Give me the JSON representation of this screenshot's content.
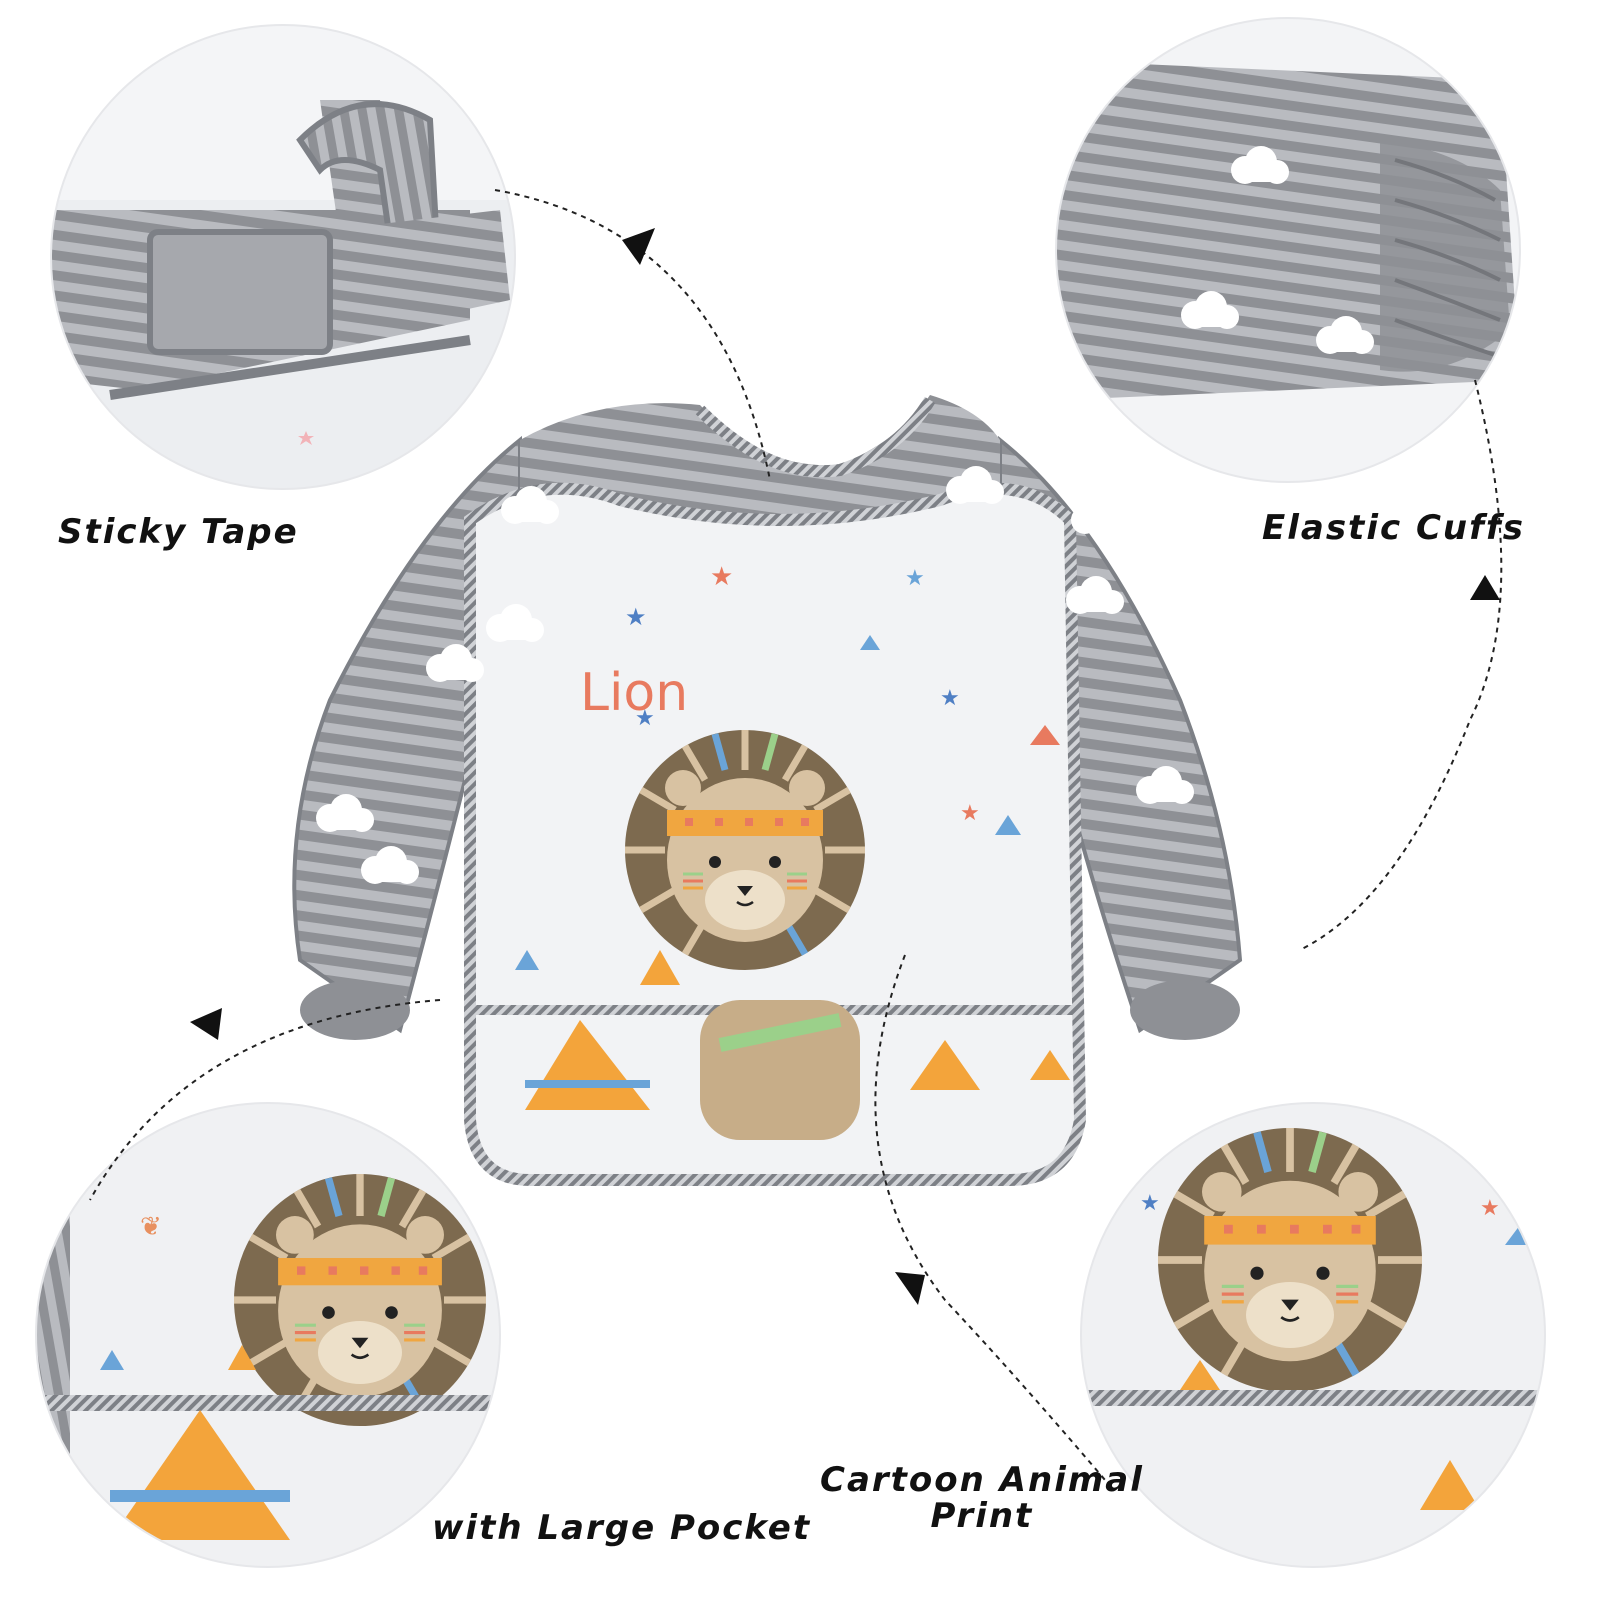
{
  "callouts": {
    "sticky_tape": "Sticky Tape",
    "elastic_cuffs": "Elastic Cuffs",
    "large_pocket": "with Large Pocket",
    "cartoon_line1": "Cartoon Animal",
    "cartoon_line2": "Print"
  },
  "bib_print_text": "Lion",
  "colors": {
    "stripe_gray": "#8e9095",
    "stripe_light": "#b9bbc0",
    "body_white": "#f2f3f5",
    "mane_brown": "#7d6a4f",
    "face_tan": "#d8c2a2",
    "headband_orange": "#f0a640",
    "triangle_blue": "#6aa4d8",
    "triangle_orange": "#f3a43b",
    "triangle_red": "#e87a5f",
    "text_black": "#111111"
  },
  "icons": [
    "arrow-head-icon",
    "star-icon",
    "cloud-icon",
    "lion-face-icon"
  ]
}
